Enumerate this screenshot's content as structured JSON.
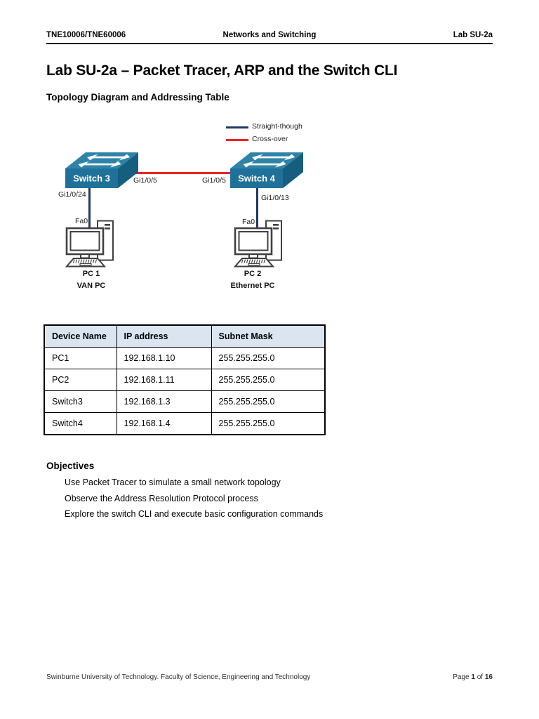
{
  "header": {
    "left": "TNE10006/TNE60006",
    "center": "Networks and Switching",
    "right": "Lab SU-2a"
  },
  "title": "Lab SU-2a – Packet Tracer, ARP and the Switch CLI",
  "sections": {
    "topology_heading": "Topology Diagram and Addressing Table",
    "objectives_heading": "Objectives"
  },
  "diagram": {
    "legend": [
      {
        "label": "Straight-though",
        "color": "#1f3864"
      },
      {
        "label": "Cross-over",
        "color": "#ed2224"
      }
    ],
    "switch3": {
      "name": "Switch 3",
      "port_to_switch": "Gi1/0/5",
      "port_to_pc": "Gi1/0/24"
    },
    "switch4": {
      "name": "Switch 4",
      "port_to_switch": "Gi1/0/5",
      "port_to_pc": "Gi1/0/13"
    },
    "pc1": {
      "port": "Fa0",
      "name": "PC 1",
      "subtitle": "VAN PC"
    },
    "pc2": {
      "port": "Fa0",
      "name": "PC 2",
      "subtitle": "Ethernet PC"
    },
    "colors": {
      "straight_through": "#1f3864",
      "cross_over": "#ed2224",
      "switch_front": "#20719a",
      "switch_top": "#2e84a8",
      "switch_side": "#155e7e"
    }
  },
  "table": {
    "headers": [
      "Device Name",
      "IP address",
      "Subnet Mask"
    ],
    "rows": [
      [
        "PC1",
        "192.168.1.10",
        "255.255.255.0"
      ],
      [
        "PC2",
        "192.168.1.11",
        "255.255.255.0"
      ],
      [
        "Switch3",
        "192.168.1.3",
        "255.255.255.0"
      ],
      [
        "Switch4",
        "192.168.1.4",
        "255.255.255.0"
      ]
    ]
  },
  "objectives": [
    "Use Packet Tracer to simulate a small network topology",
    "Observe the Address Resolution Protocol process",
    "Explore the switch CLI and execute basic configuration commands"
  ],
  "footer": {
    "left": "Swinburne University of Technology. Faculty of Science, Engineering and Technology",
    "page_word": "Page ",
    "page_number": "1",
    "of_word": " of ",
    "total_pages": "16"
  }
}
